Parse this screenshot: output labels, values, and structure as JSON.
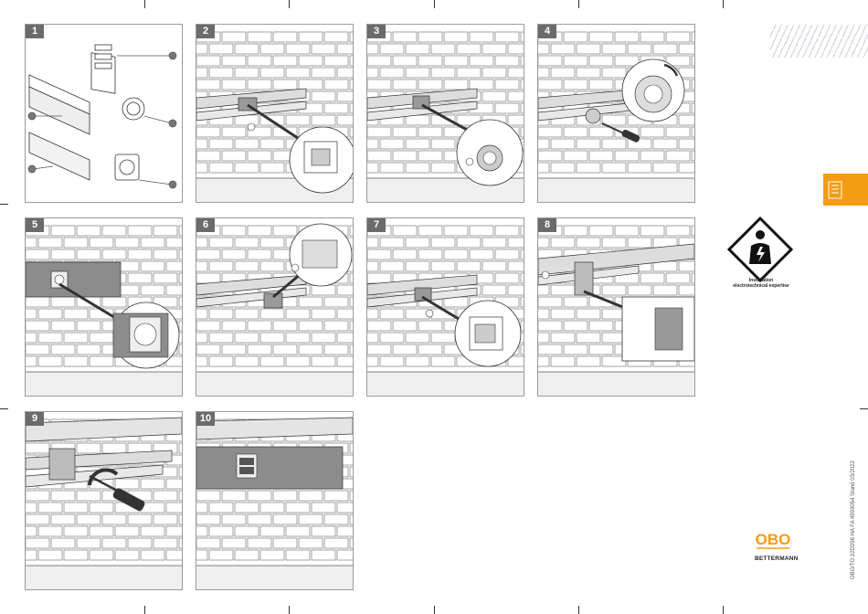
{
  "panels": [
    {
      "label": "1"
    },
    {
      "label": "2"
    },
    {
      "label": "3"
    },
    {
      "label": "4"
    },
    {
      "label": "5"
    },
    {
      "label": "6"
    },
    {
      "label": "7"
    },
    {
      "label": "8"
    },
    {
      "label": "9"
    },
    {
      "label": "10"
    }
  ],
  "side": {
    "warning_line1": "Installation",
    "warning_line2": "electrotechnical expertise",
    "logo_word": "OBO",
    "logo_sub": "BETTERMANN",
    "doc_code": "OBO/TO 22D256 HA FA 4993054 Stand 03/2022"
  },
  "colors": {
    "accent": "#f39c12",
    "panel_tag": "#6b6b6b",
    "logo": "#f39c12"
  },
  "icons": [
    "document-icon",
    "electrician-warning-icon",
    "screwdriver-icon"
  ]
}
